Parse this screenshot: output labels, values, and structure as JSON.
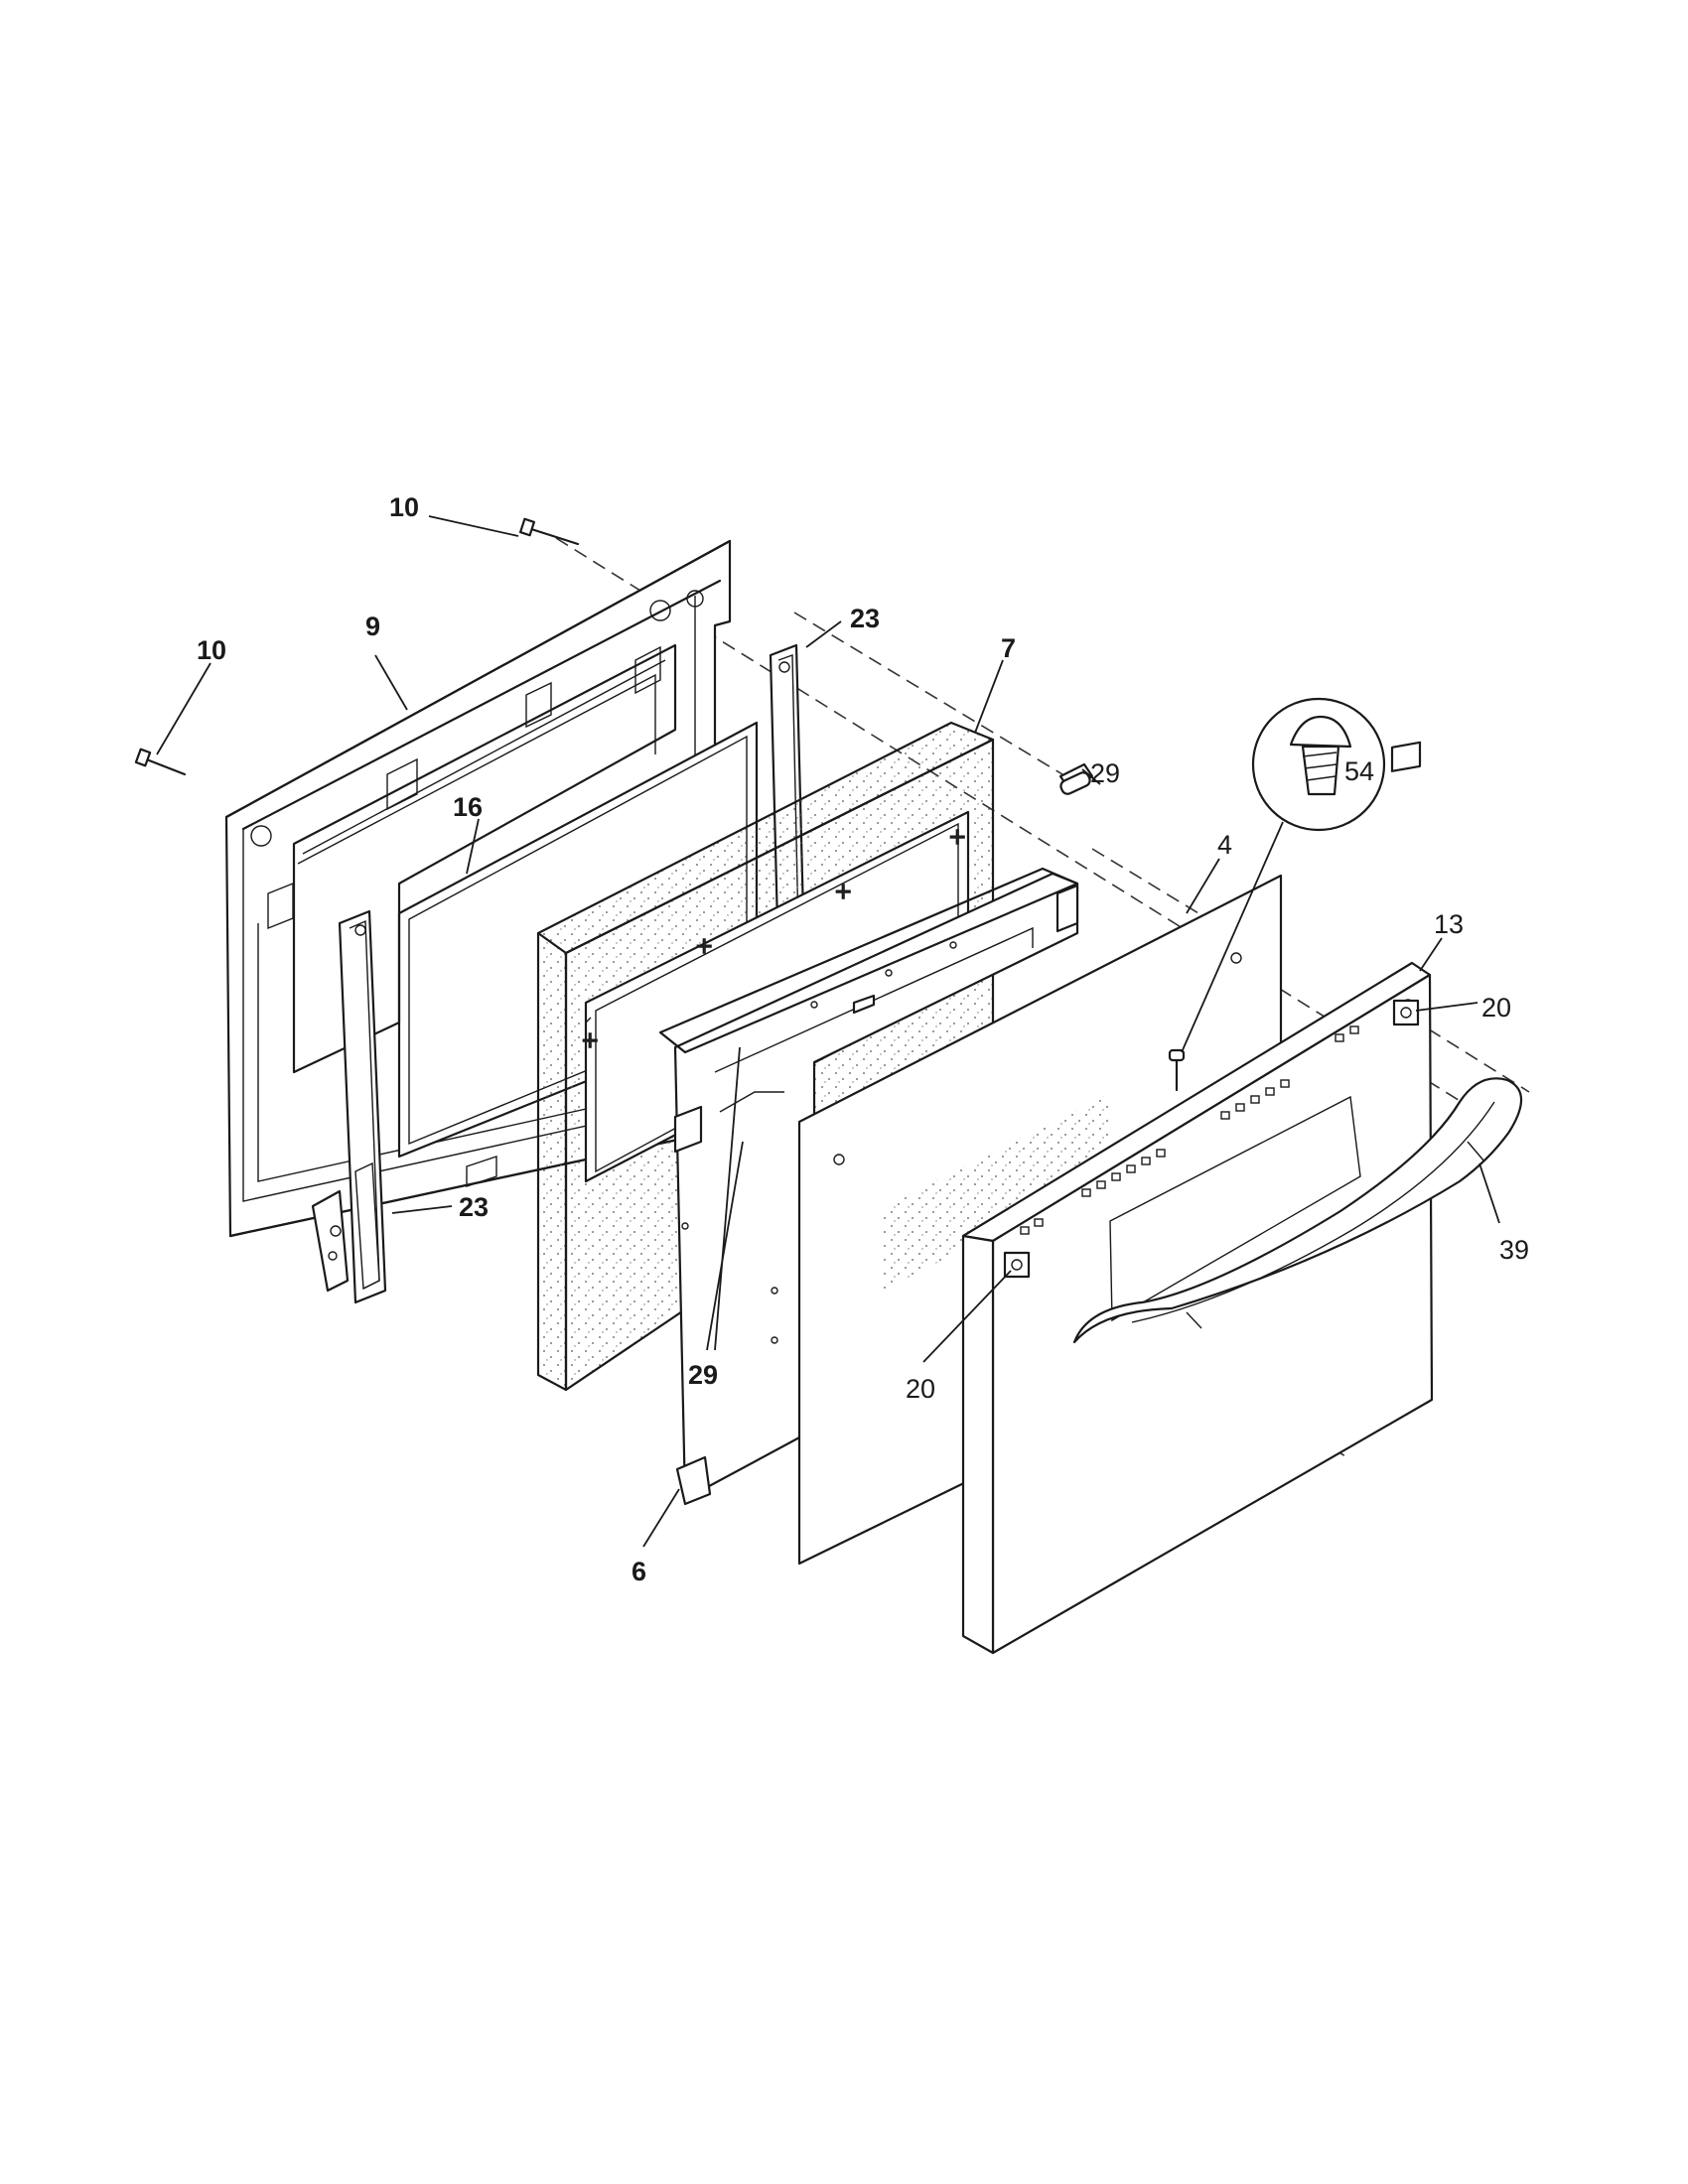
{
  "callouts": {
    "c10_top": "10",
    "c10_left": "10",
    "c9": "9",
    "c23_top": "23",
    "c23_bottom": "23",
    "c7": "7",
    "c16": "16",
    "c29_right": "29",
    "c29_bottom": "29",
    "c4": "4",
    "c54": "54",
    "c13": "13",
    "c20_right": "20",
    "c20_left": "20",
    "c39": "39",
    "c6": "6"
  }
}
